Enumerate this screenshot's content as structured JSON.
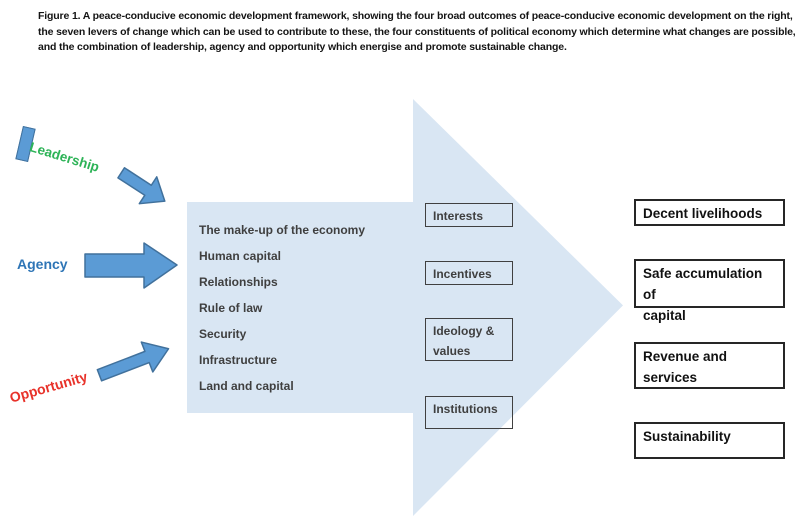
{
  "caption": {
    "lines": [
      "Figure 1. A peace-conducive economic development framework, showing the four broad outcomes of peace-conducive economic development on the right,",
      "the seven levers of change which can be used to contribute to these, the four constituents of political economy which determine what changes are possible,",
      "and the combination of leadership, agency and opportunity which energise and promote sustainable change."
    ]
  },
  "labels": {
    "leadership": "Leadership",
    "agency": "Agency",
    "opportunity": "Opportunity"
  },
  "levers": [
    "The make-up of the economy",
    "Human capital",
    "Relationships",
    "Rule of law",
    "Security",
    "Infrastructure",
    "Land and capital"
  ],
  "constituents": [
    "Interests",
    "Incentives",
    "Ideology &\nvalues",
    "Institutions"
  ],
  "outcomes": [
    "Decent livelihoods",
    "Safe accumulation of\ncapital",
    "Revenue and\nservices",
    "Sustainability"
  ],
  "colors": {
    "big_arrow_fill": "#d9e6f3",
    "small_arrow_fill": "#5b9bd5",
    "small_arrow_stroke": "#41719c",
    "leadership_green": "#2db357",
    "agency_blue": "#2e75b6",
    "opportunity_red": "#e8322a",
    "box_border_dark": "#404040",
    "outcome_border": "#262626"
  }
}
